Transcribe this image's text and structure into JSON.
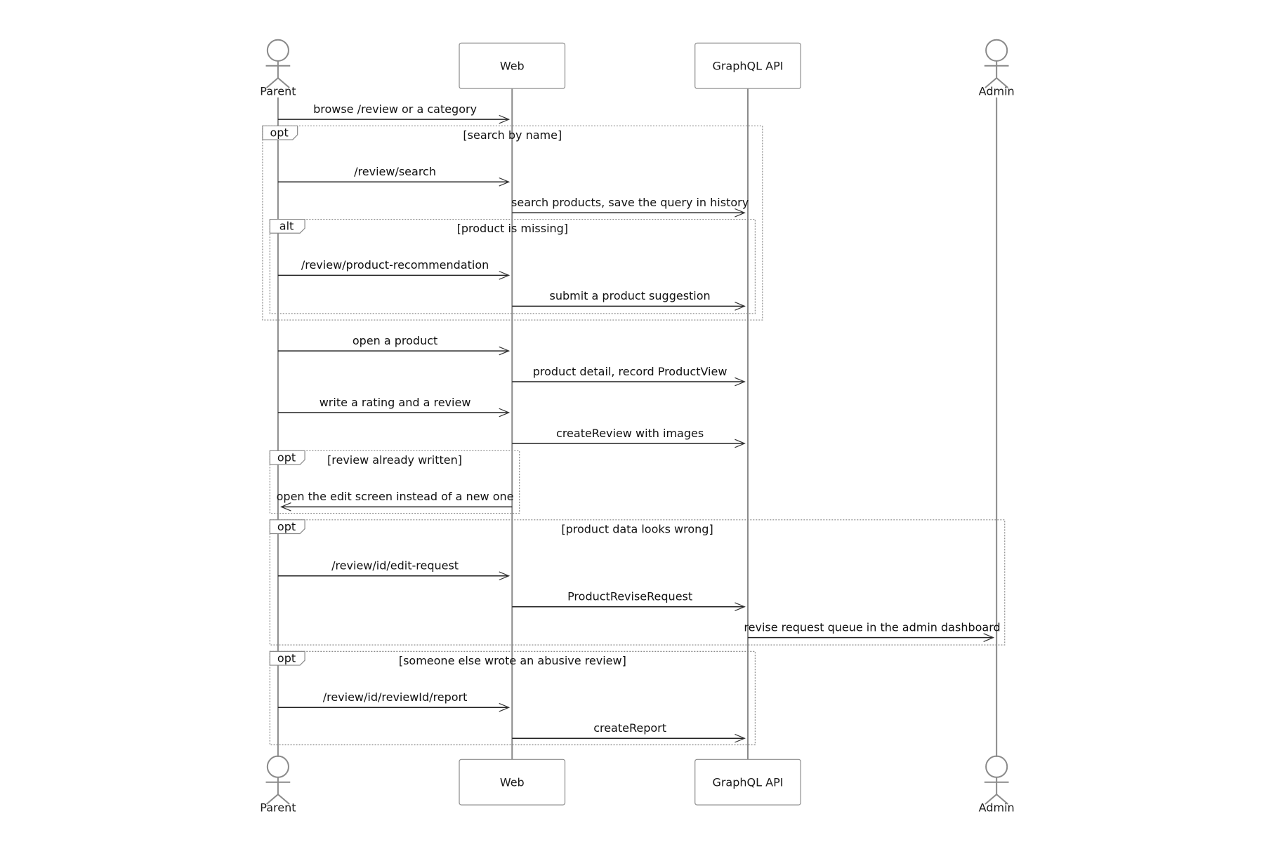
{
  "participants": [
    {
      "id": "parent",
      "label": "Parent",
      "kind": "actor"
    },
    {
      "id": "web",
      "label": "Web",
      "kind": "box"
    },
    {
      "id": "api",
      "label": "GraphQL API",
      "kind": "box"
    },
    {
      "id": "admin",
      "label": "Admin",
      "kind": "actor"
    }
  ],
  "messages": [
    {
      "from": "parent",
      "to": "web",
      "text": "browse /review or a category"
    },
    {
      "from": "parent",
      "to": "web",
      "text": "/review/search"
    },
    {
      "from": "web",
      "to": "api",
      "text": "search products, save the query in history"
    },
    {
      "from": "parent",
      "to": "web",
      "text": "/review/product-recommendation"
    },
    {
      "from": "web",
      "to": "api",
      "text": "submit a product suggestion"
    },
    {
      "from": "parent",
      "to": "web",
      "text": "open a product"
    },
    {
      "from": "web",
      "to": "api",
      "text": "product detail, record ProductView"
    },
    {
      "from": "parent",
      "to": "web",
      "text": "write a rating and a review"
    },
    {
      "from": "web",
      "to": "api",
      "text": "createReview with images"
    },
    {
      "from": "web",
      "to": "parent",
      "text": "open the edit screen instead of a new one"
    },
    {
      "from": "parent",
      "to": "web",
      "text": "/review/id/edit-request"
    },
    {
      "from": "web",
      "to": "api",
      "text": "ProductReviseRequest"
    },
    {
      "from": "api",
      "to": "admin",
      "text": "revise request queue in the admin dashboard"
    },
    {
      "from": "parent",
      "to": "web",
      "text": "/review/id/reviewId/report"
    },
    {
      "from": "web",
      "to": "api",
      "text": "createReport"
    }
  ],
  "fragments": [
    {
      "keyword": "opt",
      "condition": "[search by name]"
    },
    {
      "keyword": "alt",
      "condition": "[product is missing]"
    },
    {
      "keyword": "opt",
      "condition": "[review already written]"
    },
    {
      "keyword": "opt",
      "condition": "[product data looks wrong]"
    },
    {
      "keyword": "opt",
      "condition": "[someone else wrote an abusive review]"
    }
  ]
}
